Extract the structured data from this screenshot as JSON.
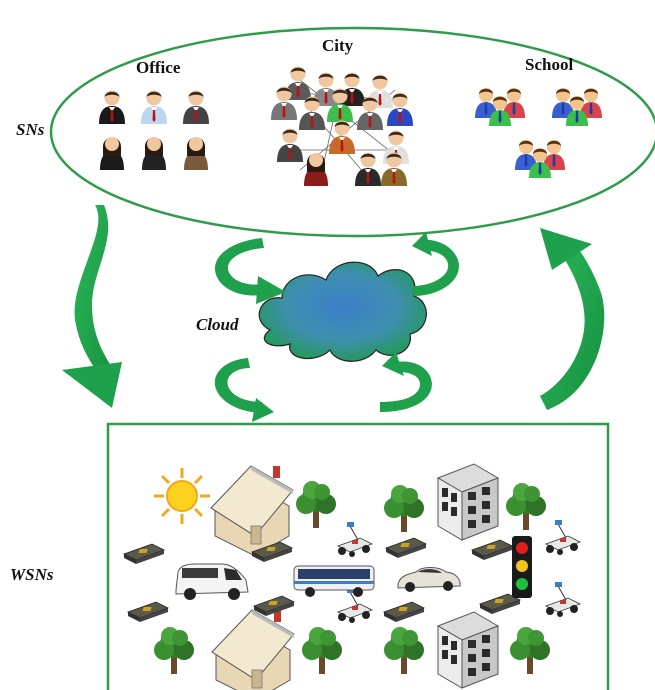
{
  "labels": {
    "office": "Office",
    "city": "City",
    "school": "School",
    "sns": "SNs",
    "cloud": "Cloud",
    "wsns": "WSNs"
  },
  "colors": {
    "accent_green": "#1faa4c",
    "cloud_green": "#2aa05a",
    "cloud_blue": "#3b7ec8",
    "frame_green": "#2e9c48"
  },
  "icons": {
    "office_people": "person-suit-icon",
    "city_network": "people-network-icon",
    "school_groups": "student-group-icon",
    "sun": "sun-icon",
    "house": "house-icon",
    "tree": "tree-icon",
    "building": "building-icon",
    "sensor": "sensor-board-icon",
    "robot": "robot-car-icon",
    "van": "van-icon",
    "bus": "bus-icon",
    "car": "car-icon",
    "traffic_light": "traffic-light-icon"
  }
}
